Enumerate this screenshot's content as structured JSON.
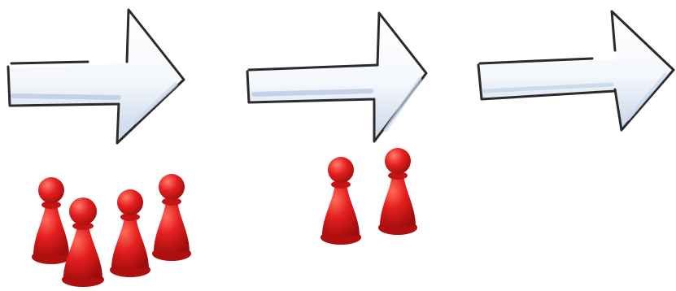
{
  "scene": {
    "background_color": "#ffffff",
    "arrow_outline_color": "#2b2b2b",
    "arrow_fill_color": "#ffffff",
    "arrow_shade_color": "#c7d6ea",
    "pawn_color": "#e41e1e",
    "pawn_shadow_color": "#9e0d0d",
    "pawn_highlight_color": "#ff6b5b",
    "arrows": [
      {
        "name": "arrow-1-icon",
        "pawn_count": 4
      },
      {
        "name": "arrow-2-icon",
        "pawn_count": 2
      },
      {
        "name": "arrow-3-icon",
        "pawn_count": 0
      }
    ]
  }
}
